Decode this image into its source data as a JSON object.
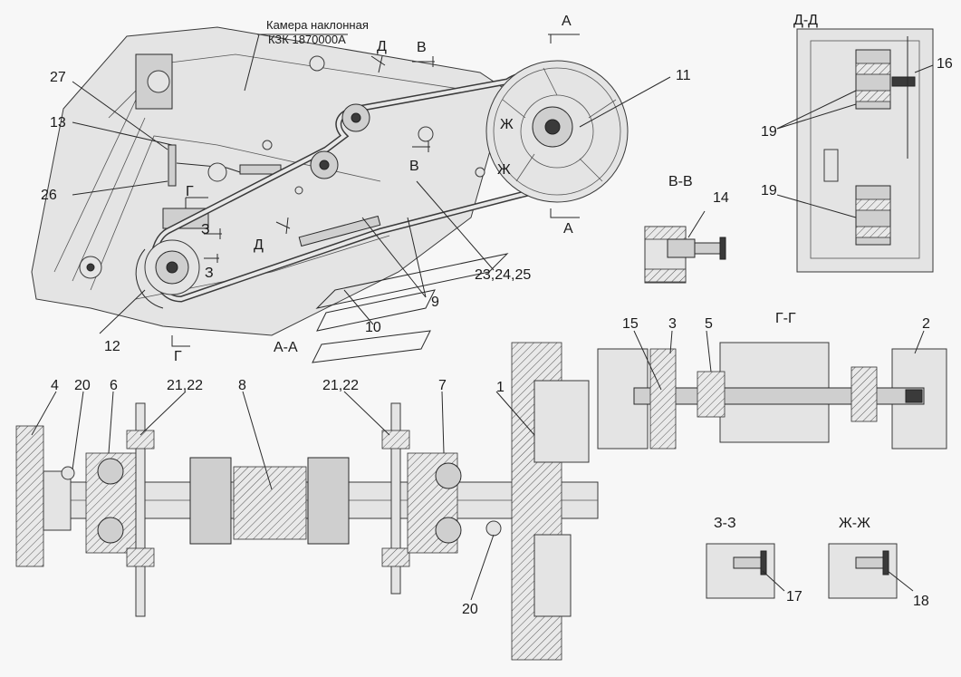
{
  "title_label": "Камера наклонная",
  "title_code": "КЗК 1870000А",
  "section_labels": {
    "aa": "А-А",
    "vv": "В-В",
    "gg": "Г-Г",
    "dd": "Д-Д",
    "zz": "З-З",
    "zhzh": "Ж-Ж"
  },
  "cut_marks": {
    "a": "А",
    "v": "В",
    "g": "Г",
    "d": "Д",
    "z": "З",
    "zh": "Ж"
  },
  "callouts": {
    "n1": "1",
    "n2": "2",
    "n3": "3",
    "n4": "4",
    "n5": "5",
    "n6": "6",
    "n7": "7",
    "n8": "8",
    "n9": "9",
    "n10": "10",
    "n11": "11",
    "n12": "12",
    "n13": "13",
    "n14": "14",
    "n15": "15",
    "n16": "16",
    "n17": "17",
    "n18": "18",
    "n19": "19",
    "n20": "20",
    "n21_22": "21,22",
    "n23_25": "23,24,25",
    "n26": "26",
    "n27": "27"
  },
  "colors": {
    "line": "#2a2a2a",
    "fill_light": "#e4e4e4",
    "fill_mid": "#cfcfcf",
    "fill_dark": "#3a3a3a",
    "background": "#f7f7f7"
  }
}
